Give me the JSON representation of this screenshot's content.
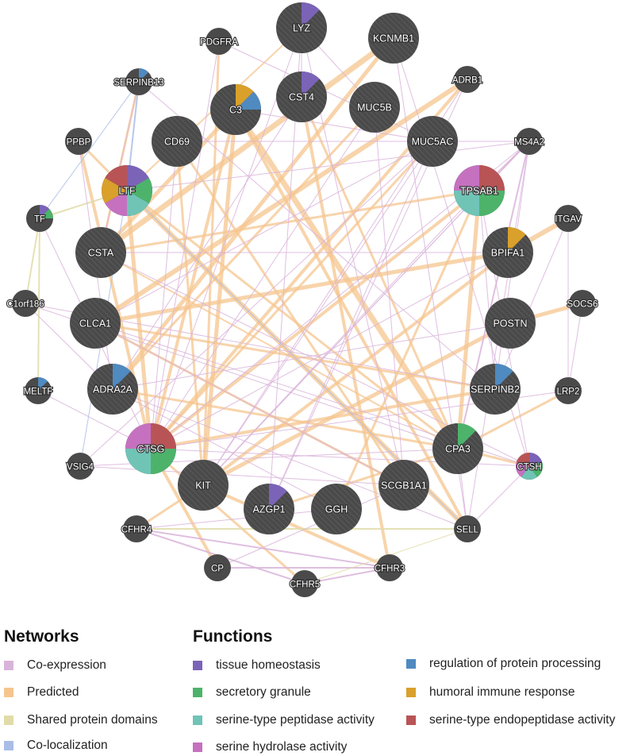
{
  "networks_title": "Networks",
  "functions_title": "Functions",
  "networks": [
    {
      "label": "Co-expression",
      "color": "#d9b4da"
    },
    {
      "label": "Predicted",
      "color": "#f6c58f"
    },
    {
      "label": "Shared protein domains",
      "color": "#e0dca8"
    },
    {
      "label": "Co-localization",
      "color": "#a9bde6"
    }
  ],
  "functions": [
    {
      "label": "tissue homeostasis",
      "color": "#7b63b8"
    },
    {
      "label": "secretory granule",
      "color": "#4db36b"
    },
    {
      "label": "serine-type peptidase activity",
      "color": "#6fc4b6"
    },
    {
      "label": "serine hydrolase activity",
      "color": "#c571c0"
    },
    {
      "label": "regulation of protein processing",
      "color": "#4f8ac0"
    },
    {
      "label": "humoral immune response",
      "color": "#d9a02b"
    },
    {
      "label": "serine-type endopeptidase activity",
      "color": "#b85456"
    }
  ],
  "nodes": [
    {
      "id": "LYZ",
      "label": "LYZ",
      "size": "large",
      "functions": [
        "tissue homeostasis"
      ]
    },
    {
      "id": "KCNMB1",
      "label": "KCNMB1",
      "size": "large",
      "functions": []
    },
    {
      "id": "PDGFRA",
      "label": "PDGFRA",
      "size": "small",
      "functions": []
    },
    {
      "id": "SERPINB13",
      "label": "SERPINB13",
      "size": "small",
      "functions": [
        "regulation of protein processing"
      ]
    },
    {
      "id": "C3",
      "label": "C3",
      "size": "large",
      "functions": [
        "humoral immune response",
        "regulation of protein processing"
      ]
    },
    {
      "id": "CST4",
      "label": "CST4",
      "size": "large",
      "functions": [
        "tissue homeostasis"
      ]
    },
    {
      "id": "MUC5B",
      "label": "MUC5B",
      "size": "large",
      "functions": []
    },
    {
      "id": "ADRB1",
      "label": "ADRB1",
      "size": "small",
      "functions": []
    },
    {
      "id": "PPBP",
      "label": "PPBP",
      "size": "small",
      "functions": []
    },
    {
      "id": "CD69",
      "label": "CD69",
      "size": "large",
      "functions": []
    },
    {
      "id": "MUC5AC",
      "label": "MUC5AC",
      "size": "large",
      "functions": []
    },
    {
      "id": "MS4A2",
      "label": "MS4A2",
      "size": "small",
      "functions": []
    },
    {
      "id": "LTF",
      "label": "LTF",
      "size": "large",
      "functions": [
        "tissue homeostasis",
        "secretory granule",
        "serine-type peptidase activity",
        "serine hydrolase activity",
        "humoral immune response",
        "serine-type endopeptidase activity"
      ]
    },
    {
      "id": "TPSAB1",
      "label": "TPSAB1",
      "size": "large",
      "functions": [
        "serine-type endopeptidase activity",
        "secretory granule",
        "serine-type peptidase activity",
        "serine hydrolase activity"
      ]
    },
    {
      "id": "TF",
      "label": "TF",
      "size": "small",
      "functions": [
        "tissue homeostasis",
        "secretory granule"
      ]
    },
    {
      "id": "ITGAV",
      "label": "ITGAV",
      "size": "small",
      "functions": []
    },
    {
      "id": "CSTA",
      "label": "CSTA",
      "size": "large",
      "functions": []
    },
    {
      "id": "BPIFA1",
      "label": "BPIFA1",
      "size": "large",
      "functions": [
        "humoral immune response"
      ]
    },
    {
      "id": "C1orf186",
      "label": "C1orf186",
      "size": "small",
      "functions": []
    },
    {
      "id": "SOCS6",
      "label": "SOCS6",
      "size": "small",
      "functions": []
    },
    {
      "id": "CLCA1",
      "label": "CLCA1",
      "size": "large",
      "functions": []
    },
    {
      "id": "POSTN",
      "label": "POSTN",
      "size": "large",
      "functions": []
    },
    {
      "id": "MELTF",
      "label": "MELTF",
      "size": "small",
      "functions": [
        "regulation of protein processing"
      ]
    },
    {
      "id": "ADRA2A",
      "label": "ADRA2A",
      "size": "large",
      "functions": [
        "regulation of protein processing"
      ]
    },
    {
      "id": "SERPINB2",
      "label": "SERPINB2",
      "size": "large",
      "functions": [
        "regulation of protein processing"
      ]
    },
    {
      "id": "LRP2",
      "label": "LRP2",
      "size": "small",
      "functions": []
    },
    {
      "id": "CTSG",
      "label": "CTSG",
      "size": "large",
      "functions": [
        "serine-type endopeptidase activity",
        "secretory granule",
        "serine-type peptidase activity",
        "serine hydrolase activity"
      ]
    },
    {
      "id": "CPA3",
      "label": "CPA3",
      "size": "large",
      "functions": [
        "secretory granule"
      ]
    },
    {
      "id": "VSIG4",
      "label": "VSIG4",
      "size": "small",
      "functions": []
    },
    {
      "id": "CTSH",
      "label": "CTSH",
      "size": "small",
      "functions": [
        "tissue homeostasis",
        "secretory granule",
        "serine-type peptidase activity",
        "serine hydrolase activity",
        "serine-type endopeptidase activity"
      ]
    },
    {
      "id": "KIT",
      "label": "KIT",
      "size": "large",
      "functions": []
    },
    {
      "id": "AZGP1",
      "label": "AZGP1",
      "size": "large",
      "functions": [
        "tissue homeostasis"
      ]
    },
    {
      "id": "GGH",
      "label": "GGH",
      "size": "large",
      "functions": []
    },
    {
      "id": "SCGB1A1",
      "label": "SCGB1A1",
      "size": "large",
      "functions": []
    },
    {
      "id": "CFHR4",
      "label": "CFHR4",
      "size": "small",
      "functions": []
    },
    {
      "id": "SELL",
      "label": "SELL",
      "size": "small",
      "functions": []
    },
    {
      "id": "CP",
      "label": "CP",
      "size": "small",
      "functions": []
    },
    {
      "id": "CFHR5",
      "label": "CFHR5",
      "size": "small",
      "functions": []
    },
    {
      "id": "CFHR3",
      "label": "CFHR3",
      "size": "small",
      "functions": []
    }
  ]
}
